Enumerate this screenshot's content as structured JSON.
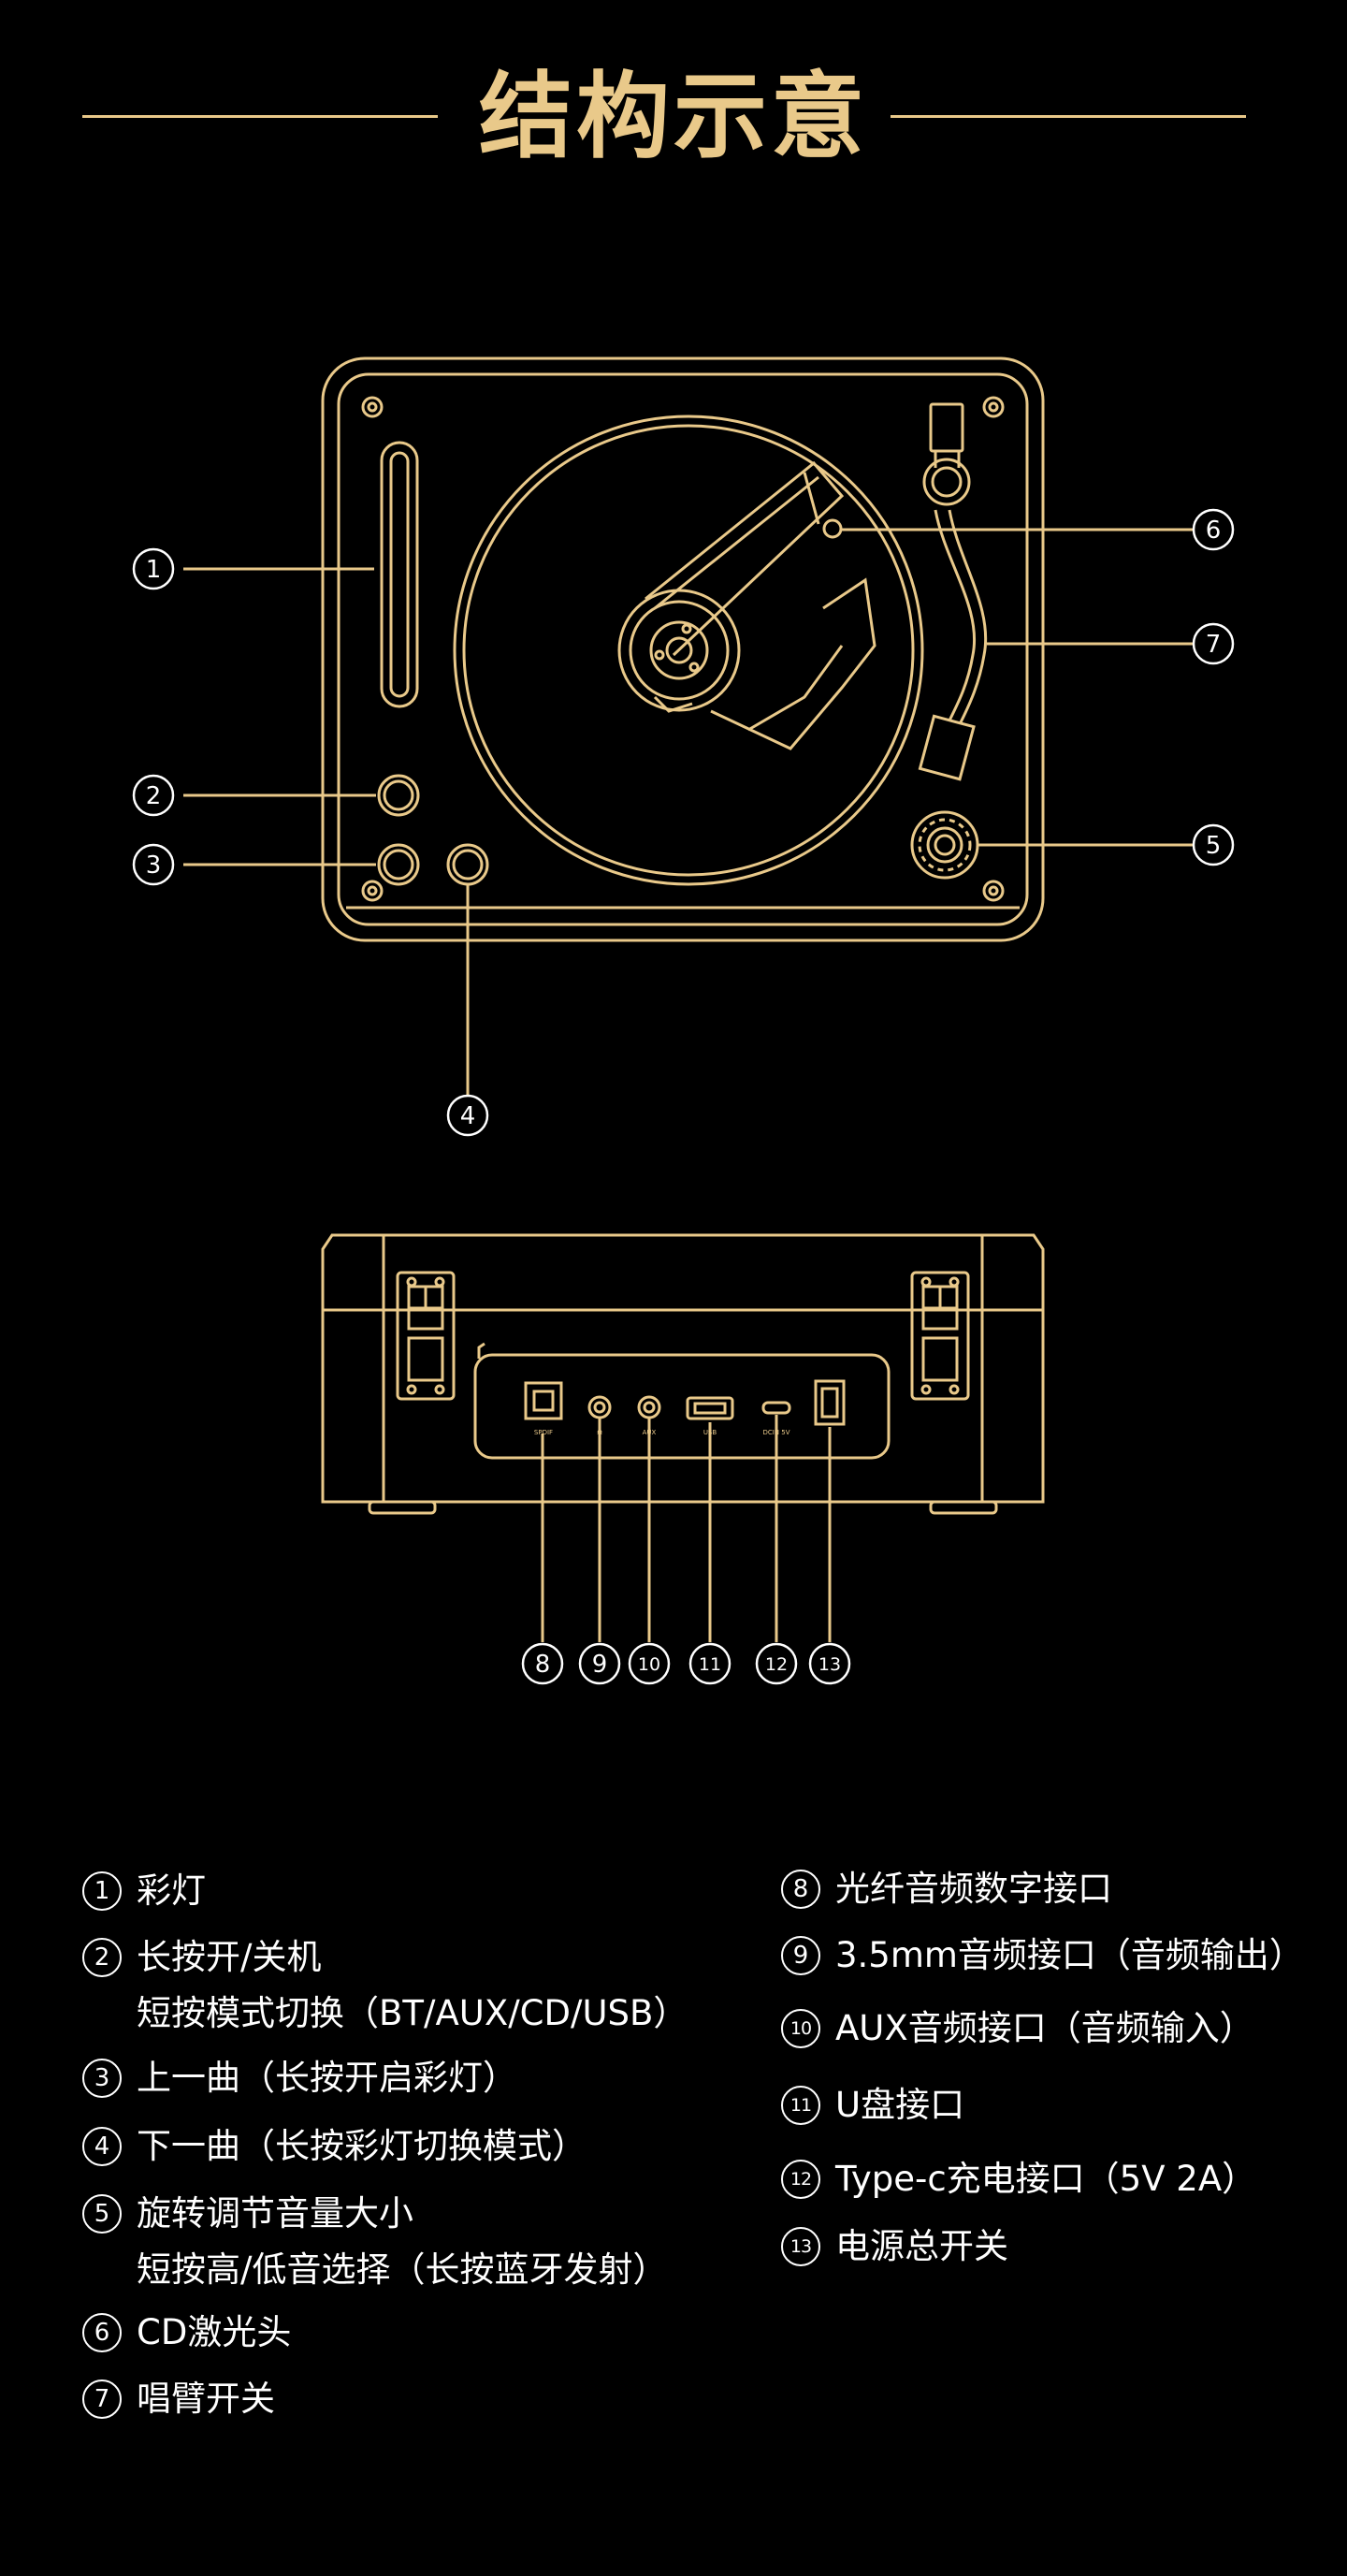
{
  "header": {
    "title": "结构示意"
  },
  "colors": {
    "line": "#e9c98a",
    "text": "#ffffff",
    "background": "#000000"
  },
  "callouts": [
    "1",
    "2",
    "3",
    "4",
    "5",
    "6",
    "7",
    "8",
    "9",
    "10",
    "11",
    "12",
    "13"
  ],
  "port_labels": {
    "spdif": "SPDIF",
    "headphone": "Ω",
    "aux": "AUX",
    "usb": "USB",
    "dcin": "DCIN 5V"
  },
  "legend": {
    "left": [
      {
        "num": "1",
        "lines": [
          "彩灯"
        ]
      },
      {
        "num": "2",
        "lines": [
          "长按开/关机",
          "短按模式切换（BT/AUX/CD/USB）"
        ]
      },
      {
        "num": "3",
        "lines": [
          "上一曲（长按开启彩灯）"
        ]
      },
      {
        "num": "4",
        "lines": [
          "下一曲（长按彩灯切换模式）"
        ]
      },
      {
        "num": "5",
        "lines": [
          "旋转调节音量大小",
          "短按高/低音选择（长按蓝牙发射）"
        ]
      },
      {
        "num": "6",
        "lines": [
          "CD激光头"
        ]
      },
      {
        "num": "7",
        "lines": [
          "唱臂开关"
        ]
      }
    ],
    "right": [
      {
        "num": "8",
        "lines": [
          "光纤音频数字接口"
        ]
      },
      {
        "num": "9",
        "lines": [
          "3.5mm音频接口（音频输出）"
        ]
      },
      {
        "num": "10",
        "lines": [
          "AUX音频接口（音频输入）"
        ]
      },
      {
        "num": "11",
        "lines": [
          "U盘接口"
        ]
      },
      {
        "num": "12",
        "lines": [
          "Type-c充电接口（5V 2A）"
        ]
      },
      {
        "num": "13",
        "lines": [
          "电源总开关"
        ]
      }
    ]
  }
}
